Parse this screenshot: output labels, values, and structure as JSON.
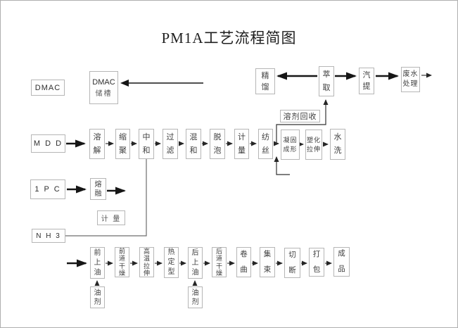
{
  "title": "PM1A工艺流程简图",
  "nodes": {
    "dmac_label": {
      "label": "DMAC"
    },
    "dmac_tank": {
      "line1": "DMAC",
      "line2": "储槽"
    },
    "refining": {
      "label": "精\n馏"
    },
    "extraction": {
      "label": "萃\n取"
    },
    "steam_stripping": {
      "label": "汽\n提"
    },
    "wastewater": {
      "label": "废水\n处理"
    },
    "solvent_recovery": {
      "label": "溶剂回收"
    },
    "mdd": {
      "label": "M D D"
    },
    "dissolving": {
      "label": "溶\n解"
    },
    "polycondensation": {
      "label": "缩\n聚"
    },
    "neutralization": {
      "label": "中\n和"
    },
    "filtration": {
      "label": "过\n滤"
    },
    "mixing": {
      "label": "混\n和"
    },
    "defoaming": {
      "label": "脱\n泡"
    },
    "metering": {
      "label": "计\n量"
    },
    "spinning": {
      "label": "纺\n丝"
    },
    "coagulation": {
      "label": "凝固\n成形"
    },
    "plasticizing": {
      "label": "塑化\n拉伸"
    },
    "washing": {
      "label": "水\n洗"
    },
    "pc_feed": {
      "label": "1 P C"
    },
    "melting": {
      "label": "熔\n融"
    },
    "metering_2": {
      "label": "计 量"
    },
    "nh3": {
      "label": "N H 3"
    },
    "pre_oiling": {
      "label": "前\n上\n油"
    },
    "pre_drying": {
      "label": "前\n道\n干\n燥"
    },
    "ht_stretching": {
      "label": "高\n温\n拉\n伸"
    },
    "heat_setting": {
      "label": "热\n定\n型"
    },
    "post_oiling": {
      "label": "后\n上\n油"
    },
    "post_drying": {
      "label": "后\n道\n干\n燥"
    },
    "crimping": {
      "label": "卷\n曲"
    },
    "bundling": {
      "label": "集\n束"
    },
    "cutting": {
      "label": "切\n断"
    },
    "packing": {
      "label": "打\n包"
    },
    "product": {
      "label": "成\n品"
    },
    "oil_agent_1": {
      "label": "油\n剂"
    },
    "oil_agent_2": {
      "label": "油\n剂"
    }
  },
  "edges": [
    "→ DMAC储槽",
    "MDD → 溶解",
    "溶解 → 缩聚",
    "缩聚 → 中和",
    "中和 → 过滤",
    "过滤 → 混和",
    "混和 → 脱泡",
    "脱泡 → 计量",
    "计量 → 纺丝",
    "纺丝 → 凝固成形",
    "凝固成形 → 塑化拉伸",
    "塑化拉伸 → 水洗",
    "NH3 → 中和",
    "纺丝/凝固成形 → 溶剂回收 → 萃取",
    "萃取 → 精馏",
    "萃取 → 汽提",
    "汽提 → 废水处理",
    "废水处理 → 排出",
    "1PC → 熔融",
    "熔融 →",
    "→ 前上油",
    "前上油 → 前道干燥",
    "前道干燥 → 高温拉伸",
    "高温拉伸 → 热定型",
    "热定型 → 后上油",
    "后上油 → 后道干燥",
    "后道干燥 → 卷曲",
    "卷曲 → 集束",
    "集束 → 切断",
    "切断 → 打包",
    "打包 → 成品",
    "油剂 → 前上油",
    "油剂 → 后上油"
  ],
  "colors": {
    "box_border": "#b6b6b6",
    "text": "#3e3e3e",
    "arrow": "#1a1a1a",
    "connector_gray": "#6e6e6e"
  }
}
